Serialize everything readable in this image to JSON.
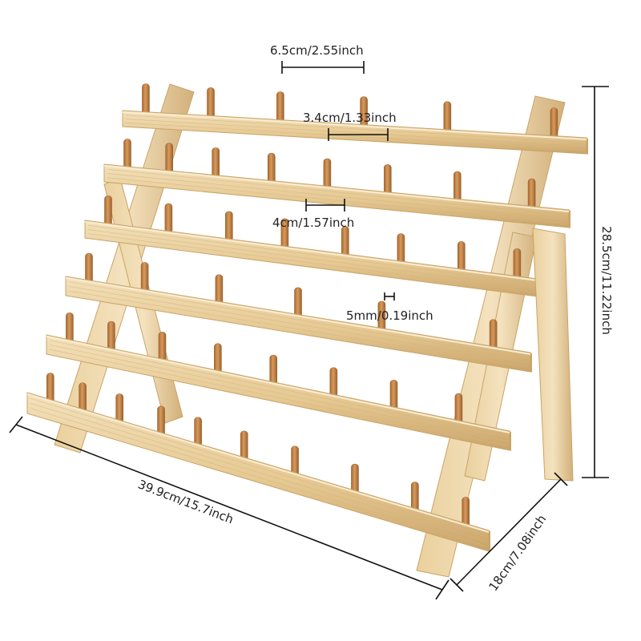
{
  "dimensions": {
    "peg_spacing": "6.5cm/2.55inch",
    "peg_offset": "3.4cm/1.33inch",
    "row_gap": "4cm/1.57inch",
    "peg_diameter": "5mm/0.19inch",
    "height": "28.5cm/11.22inch",
    "width": "39.9cm/15.7inch",
    "depth": "18cm/7.08inch"
  },
  "colors": {
    "wood_light": "#f1dbb0",
    "wood_mid": "#e2c48e",
    "wood_dark": "#c9a468",
    "peg": "#c98a4c",
    "peg_dark": "#9c6330",
    "line": "#111111"
  }
}
